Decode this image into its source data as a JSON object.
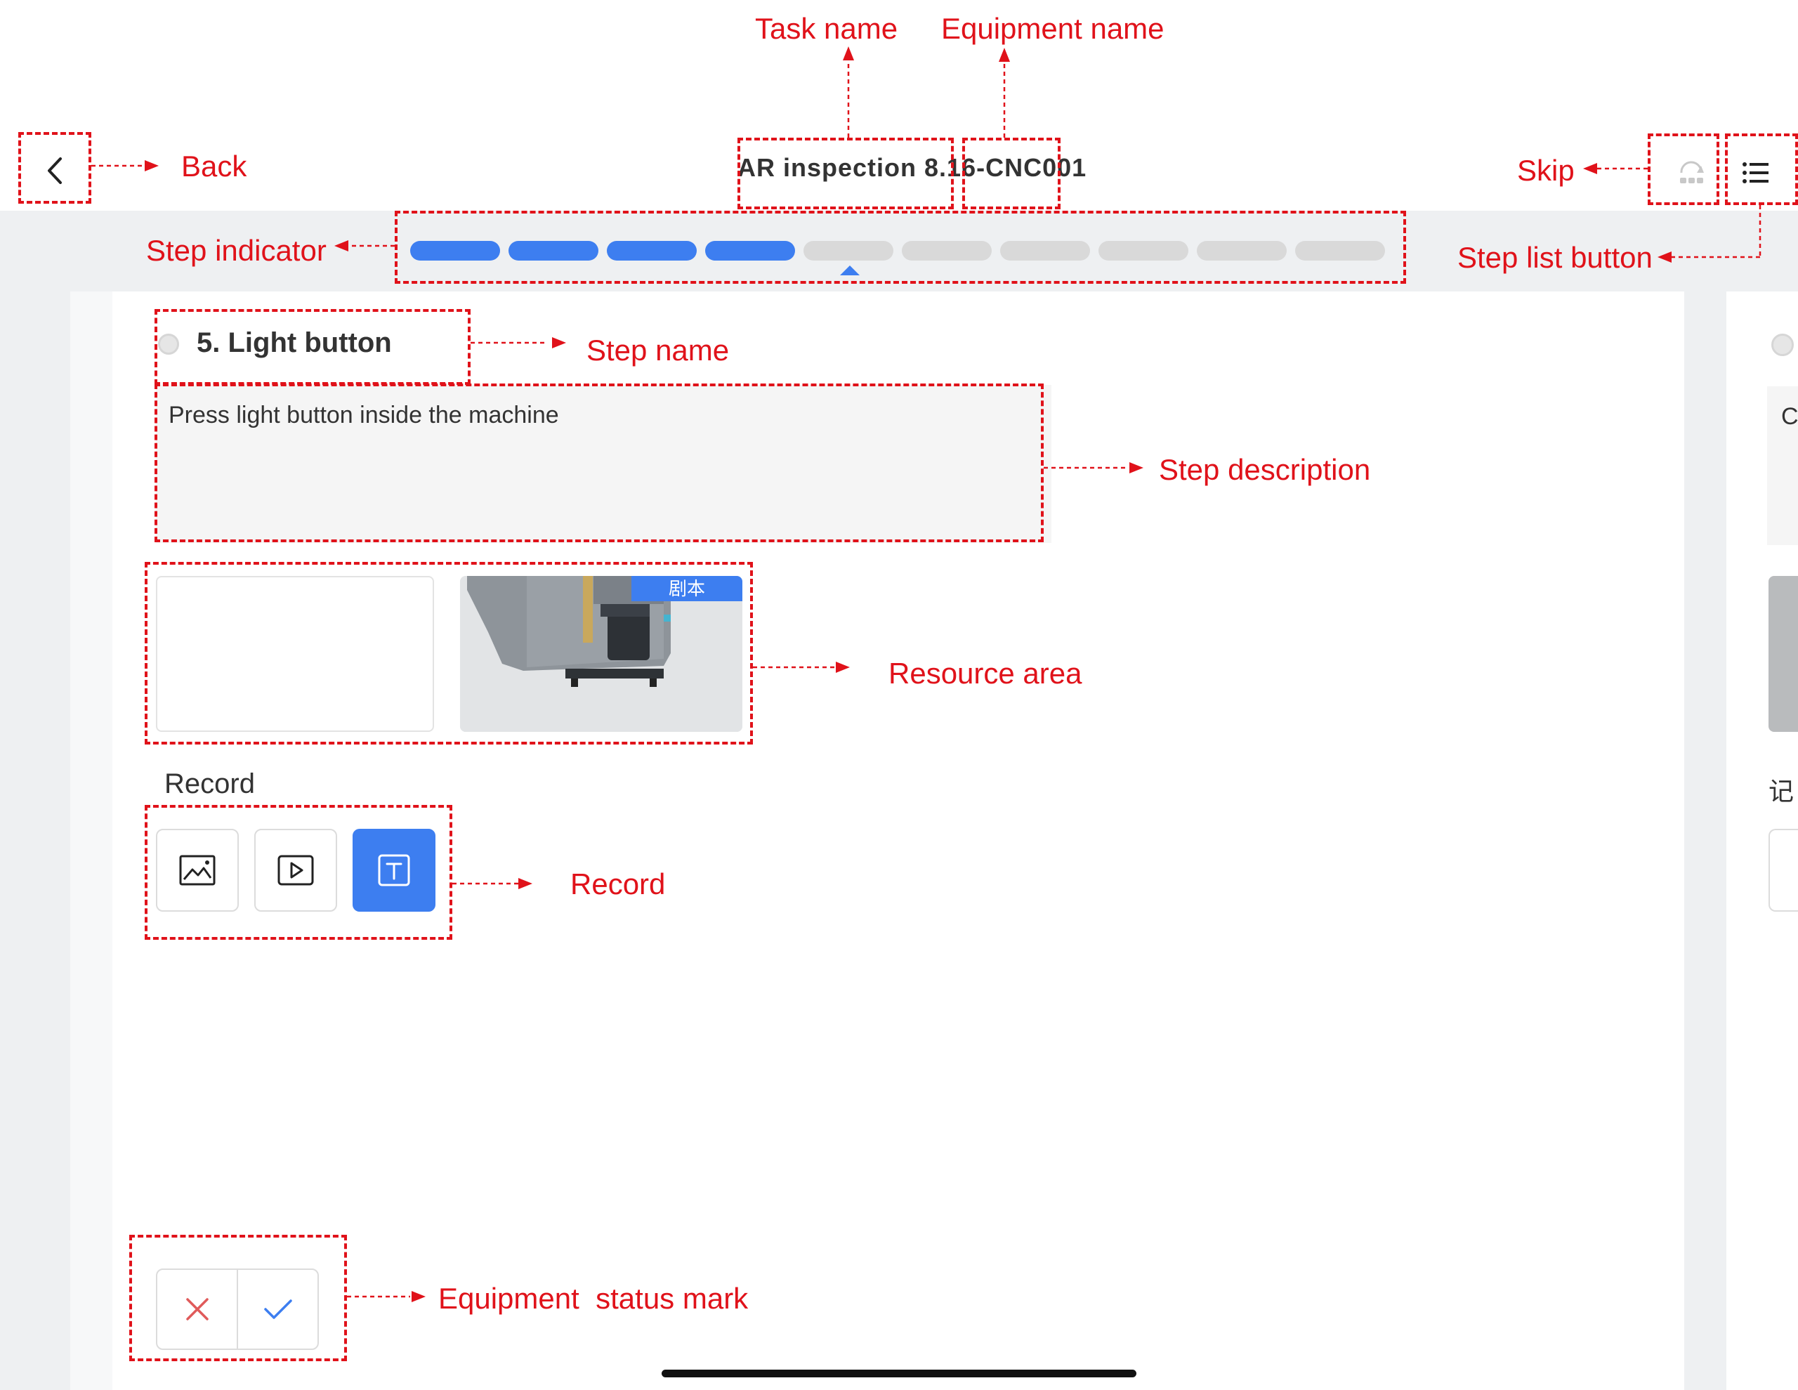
{
  "header": {
    "task_name": "AR inspection 8.16",
    "separator": "-",
    "equipment_name": "CNC001"
  },
  "step_indicator": {
    "total": 10,
    "completed": 4,
    "current_index": 5
  },
  "step": {
    "name": "5. Light button",
    "description": "Press light button inside the machine"
  },
  "resources": {
    "tag": "剧本"
  },
  "record": {
    "label": "Record"
  },
  "right_panel": {
    "partial_text_1": "C",
    "partial_text_2": "记"
  },
  "annotations": {
    "task_name": "Task name",
    "equipment_name": "Equipment name",
    "back": "Back",
    "skip": "Skip",
    "step_indicator": "Step indicator",
    "step_list_button": "Step list button",
    "step_name": "Step name",
    "step_description": "Step description",
    "resource_area": "Resource area",
    "record": "Record",
    "status_mark": "Equipment  status mark"
  },
  "colors": {
    "accent": "#3d7ef0",
    "annotation": "#e0121a",
    "reject": "#e05a5a",
    "inactive_segment": "#d9d9d9"
  },
  "icons": [
    "back-chevron-icon",
    "skip-icon",
    "list-icon",
    "image-icon",
    "video-icon",
    "text-icon",
    "reject-x-icon",
    "confirm-check-icon"
  ]
}
